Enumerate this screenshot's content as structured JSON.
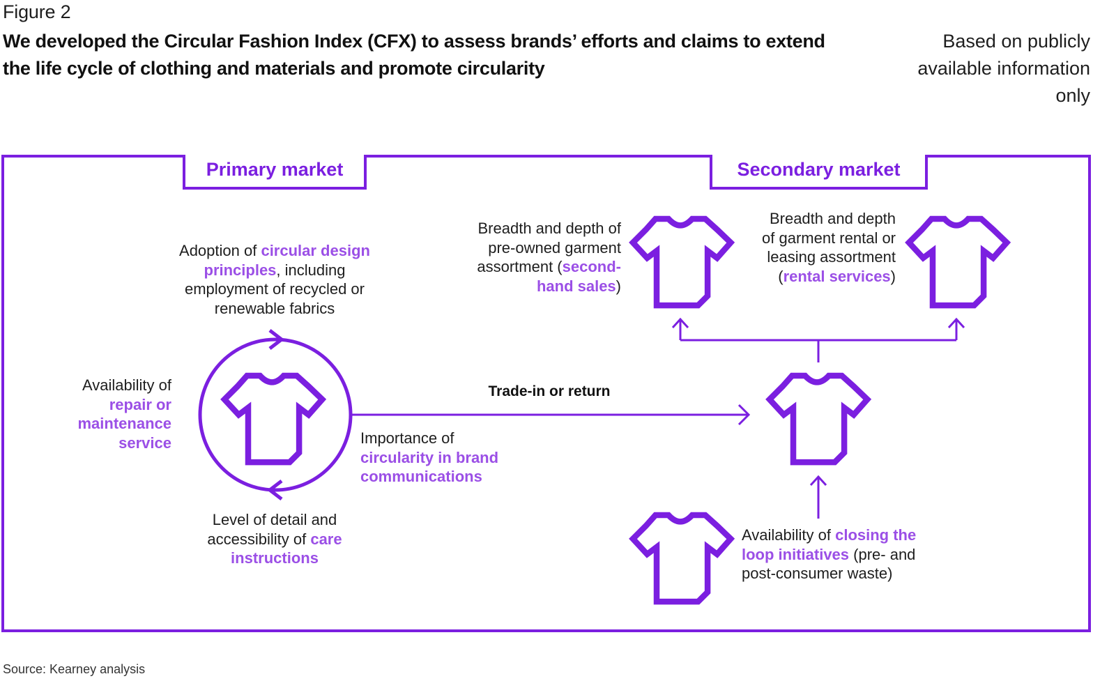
{
  "figure_label": "Figure 2",
  "title": "We developed the Circular Fashion Index (CFX) to assess brands’ efforts and claims to extend the life cycle of clothing and materials and promote circularity",
  "note": "Based on publicly available information only",
  "source": "Source: Kearney analysis",
  "colors": {
    "accent": "#7b1fe0",
    "highlight": "#9b4fe6",
    "text": "#1e1e1e"
  },
  "sections": {
    "primary": {
      "label": "Primary market"
    },
    "secondary": {
      "label": "Secondary market"
    }
  },
  "primary_items": {
    "design": {
      "pre": "Adoption of ",
      "hl": "circular design principles",
      "post": ", including employment of recycled or renewable fabrics"
    },
    "repair": {
      "pre": "Availability of ",
      "hl": "repair or maintenance service",
      "post": ""
    },
    "care": {
      "pre": "Level of detail and accessibility of ",
      "hl": "care instructions",
      "post": ""
    },
    "communications": {
      "pre": "Importance of ",
      "hl": "circularity in brand communications",
      "post": ""
    }
  },
  "flow": {
    "trade_in": "Trade-in or return"
  },
  "secondary_items": {
    "second_hand": {
      "pre": "Breadth and depth of pre-owned garment assortment (",
      "hl": "second-hand sales",
      "post": ")"
    },
    "rental": {
      "pre": "Breadth and depth of garment rental or leasing assortment (",
      "hl": "rental services",
      "post": ")"
    },
    "closing_loop": {
      "pre": "Availability of ",
      "hl": "closing the loop initiatives",
      "post": " (pre- and post-consumer waste)"
    }
  },
  "icons": [
    "tshirt-icon",
    "cycle-arrows-icon",
    "arrow-right-icon",
    "arrow-up-icon"
  ]
}
